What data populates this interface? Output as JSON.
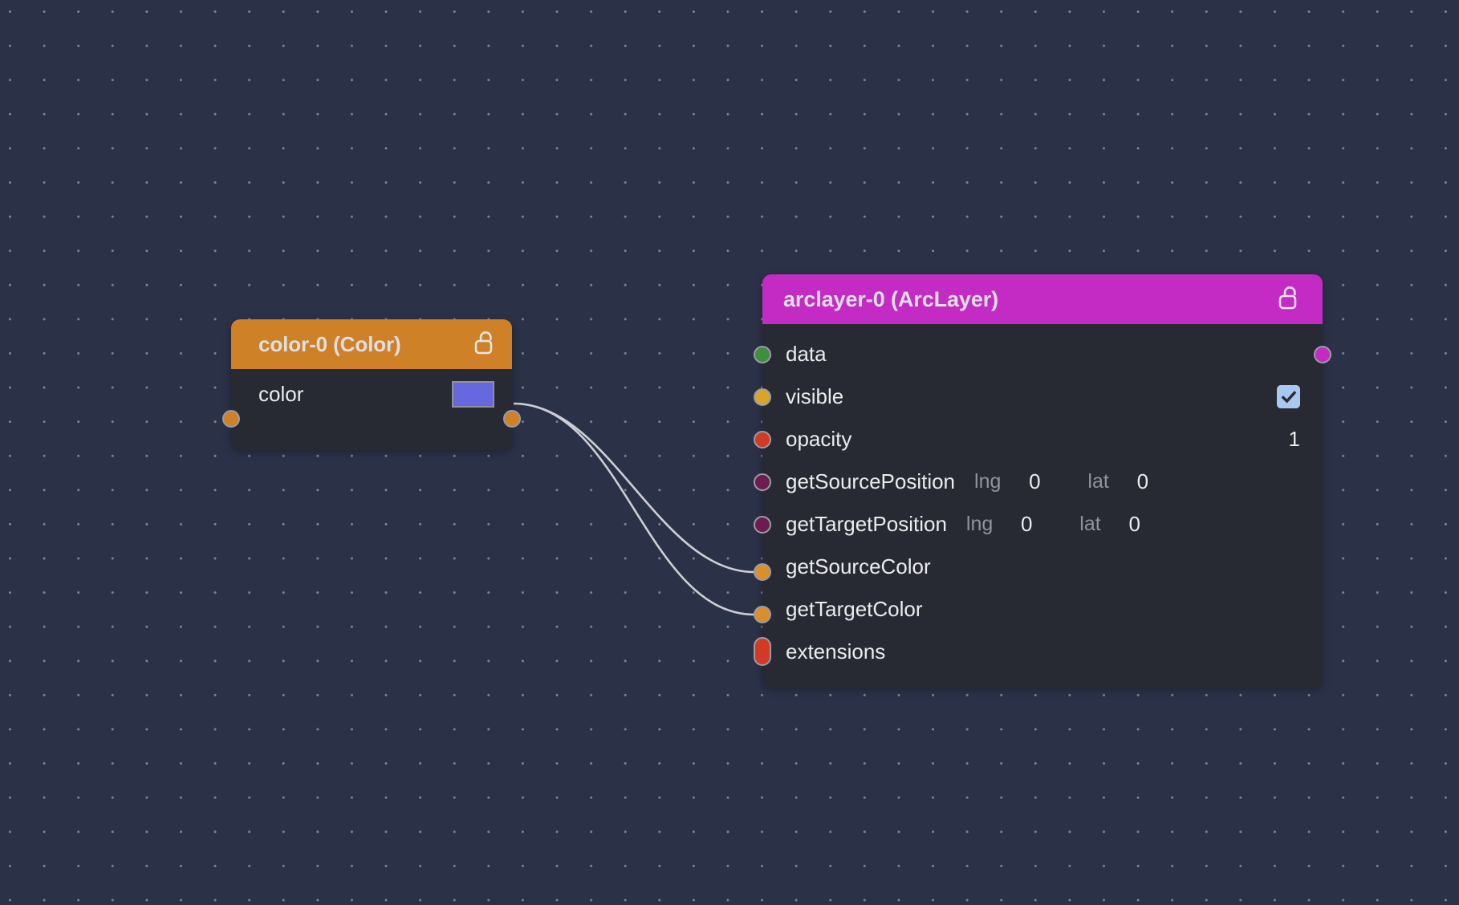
{
  "canvas": {
    "background_color": "#2b3147",
    "grid_dot_color": "#bec4d6",
    "grid_spacing": 42.6
  },
  "nodes": [
    {
      "id": "color-0",
      "title": "color-0 (Color)",
      "header_color": "#cf8128",
      "body_color": "#272a33",
      "lock_icon": "unlocked-padlock-icon",
      "input_port": {
        "name": "color-input-port",
        "color": "#cf8128",
        "shape": "dot"
      },
      "output_port": {
        "name": "color-output-port",
        "color": "#cf8128",
        "shape": "dot"
      },
      "rows": [
        {
          "label": "color",
          "widget": "color-swatch",
          "swatch_color": "#6668e0",
          "swatch_border": "#8f9098"
        }
      ]
    },
    {
      "id": "arclayer-0",
      "title": "arclayer-0 (ArcLayer)",
      "header_color": "#c42bc4",
      "body_color": "#272a33",
      "lock_icon": "unlocked-padlock-icon",
      "output_port": {
        "name": "arclayer-output-port",
        "color": "#c42bc4",
        "shape": "dot"
      },
      "rows": [
        {
          "label": "data",
          "port_color": "#3d8f3d",
          "port_shape": "dot",
          "value": ""
        },
        {
          "label": "visible",
          "port_color": "#d9a429",
          "port_shape": "dot",
          "widget": "checkbox",
          "checked": true
        },
        {
          "label": "opacity",
          "port_color": "#d33a26",
          "port_shape": "dot",
          "value": "1"
        },
        {
          "label": "getSourcePosition",
          "port_color": "#6e1b52",
          "port_shape": "dot",
          "sub_fields": [
            {
              "label": "lng",
              "value": "0"
            },
            {
              "label": "lat",
              "value": "0"
            }
          ]
        },
        {
          "label": "getTargetPosition",
          "port_color": "#6e1b52",
          "port_shape": "dot",
          "sub_fields": [
            {
              "label": "lng",
              "value": "0"
            },
            {
              "label": "lat",
              "value": "0"
            }
          ]
        },
        {
          "label": "getSourceColor",
          "port_color": "#d98f2b",
          "port_shape": "dot",
          "value": ""
        },
        {
          "label": "getTargetColor",
          "port_color": "#d98f2b",
          "port_shape": "dot",
          "value": ""
        },
        {
          "label": "extensions",
          "port_color": "#d33a26",
          "port_shape": "pill",
          "value": ""
        }
      ]
    }
  ],
  "edges": [
    {
      "from": "color-0.color",
      "to": "arclayer-0.getSourceColor",
      "color": "#cdced4"
    },
    {
      "from": "color-0.color",
      "to": "arclayer-0.getTargetColor",
      "color": "#cdced4"
    }
  ]
}
